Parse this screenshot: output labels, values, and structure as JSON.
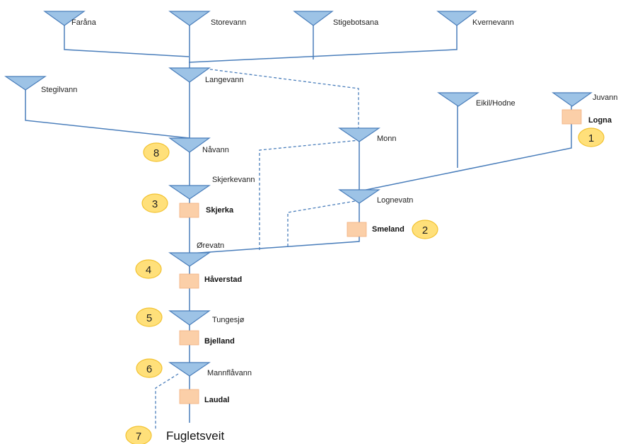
{
  "reservoirs": {
    "farana": "Faråna",
    "storevann": "Storevann",
    "stigebotsana": "Stigebotsana",
    "kvernevann": "Kvernevann",
    "langevann": "Langevann",
    "stegilvann": "Stegilvann",
    "eikil_hodne": "Eikil/Hodne",
    "juvann": "Juvann",
    "navann": "Nåvann",
    "monn": "Monn",
    "skjerkevann": "Skjerkevann",
    "lognevatn": "Lognevatn",
    "orevatn": "Ørevatn",
    "tungesjo": "Tungesjø",
    "mannflavann": "Mannflåvann"
  },
  "plants": {
    "logna": "Logna",
    "skjerka": "Skjerka",
    "smeland": "Smeland",
    "haverstad": "Håverstad",
    "bjelland": "Bjelland",
    "laudal": "Laudal"
  },
  "badges": {
    "b1": "1",
    "b2": "2",
    "b3": "3",
    "b4": "4",
    "b5": "5",
    "b6": "6",
    "b7": "7",
    "b8": "8"
  },
  "outlet": "Fugletsveit",
  "colors": {
    "line": "#4a7ebb",
    "reservoir_fill": "#9dc3e6",
    "plant_fill": "#fbcfa8",
    "badge_fill": "#ffe07a"
  }
}
